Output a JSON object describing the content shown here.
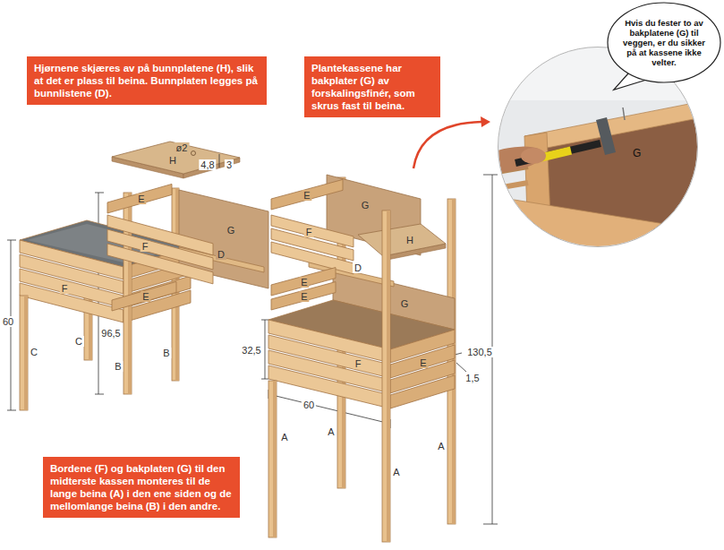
{
  "diagram": {
    "nodes": [
      {
        "text": [
          "Hjørnene skjæres av på bunnplatene (H), slik at det er plass til beina. Bunnplaten legges på bunnlistene (D)."
        ]
      },
      {
        "text": [
          "Plantekassene har bakplater (G) av forskalingsfinér, som skrus fast til beina."
        ]
      },
      {
        "text": [
          "Hvis du fester to av bakplatene (G) til veggen, er du sikker på at kassene ikke velter."
        ]
      },
      {
        "text": [
          "G"
        ]
      },
      {
        "text": [
          "Bordene (F) og bakplaten (G) til den midterste kassen monteres til de lange beina (A) i den ene siden og de mellomlange beina (B) i den andre."
        ]
      }
    ],
    "labels": [
      "H",
      "ø2",
      "4,8",
      "3",
      "E",
      "G",
      "F",
      "D",
      "E",
      "F",
      "60",
      "C",
      "C",
      "96,5",
      "B",
      "B",
      "E",
      "G",
      "F",
      "H",
      "E",
      "D",
      "E",
      "G",
      "32,5",
      "60",
      "F",
      "E",
      "1,5",
      "130,5",
      "A",
      "A",
      "A",
      "A"
    ]
  }
}
